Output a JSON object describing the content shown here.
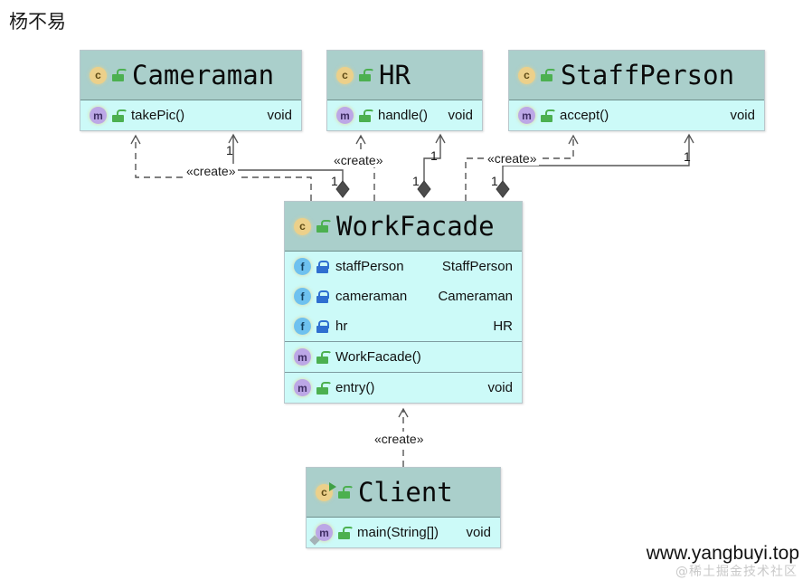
{
  "page": {
    "title": "杨不易",
    "footer_url": "www.yangbuyi.top",
    "watermark": "@稀土掘金技术社区"
  },
  "colors": {
    "header_fill": "#aacfcb",
    "body_fill": "#ccfaf8",
    "border": "#b9c7cc",
    "class_icon": "#ecd08a",
    "method_icon": "#bca7e6",
    "field_icon": "#6ec1ef",
    "unlock_icon": "#4cb050",
    "lock_icon": "#2f6fd0",
    "edge_stroke": "#555555"
  },
  "classes": [
    {
      "id": "cameraman",
      "name": "Cameraman",
      "icon": "class-icon",
      "visibility_icon": "unlock-icon",
      "runnable": false,
      "fields": [],
      "methods": [
        {
          "icon": "method-icon",
          "visibility_icon": "unlock-icon",
          "name": "takePic()",
          "type": "void"
        }
      ]
    },
    {
      "id": "hr",
      "name": "HR",
      "icon": "class-icon",
      "visibility_icon": "unlock-icon",
      "runnable": false,
      "fields": [],
      "methods": [
        {
          "icon": "method-icon",
          "visibility_icon": "unlock-icon",
          "name": "handle()",
          "type": "void"
        }
      ]
    },
    {
      "id": "staffperson",
      "name": "StaffPerson",
      "icon": "class-icon",
      "visibility_icon": "unlock-icon",
      "runnable": false,
      "fields": [],
      "methods": [
        {
          "icon": "method-icon",
          "visibility_icon": "unlock-icon",
          "name": "accept()",
          "type": "void"
        }
      ]
    },
    {
      "id": "workfacade",
      "name": "WorkFacade",
      "icon": "class-icon",
      "visibility_icon": "unlock-icon",
      "runnable": false,
      "fields": [
        {
          "icon": "field-icon",
          "visibility_icon": "lock-icon",
          "name": "staffPerson",
          "type": "StaffPerson"
        },
        {
          "icon": "field-icon",
          "visibility_icon": "lock-icon",
          "name": "cameraman",
          "type": "Cameraman"
        },
        {
          "icon": "field-icon",
          "visibility_icon": "lock-icon",
          "name": "hr",
          "type": "HR"
        }
      ],
      "methods": [
        {
          "icon": "method-icon",
          "visibility_icon": "unlock-icon",
          "name": "WorkFacade()",
          "type": ""
        },
        {
          "icon": "method-icon",
          "visibility_icon": "unlock-icon",
          "name": "entry()",
          "type": "void"
        }
      ]
    },
    {
      "id": "client",
      "name": "Client",
      "icon": "class-icon",
      "visibility_icon": "unlock-icon",
      "runnable": true,
      "fields": [],
      "methods": [
        {
          "icon": "method-icon",
          "visibility_icon": "unlock-icon",
          "name": "main(String[])",
          "type": "void"
        }
      ]
    }
  ],
  "relations": [
    {
      "id": "workfacade-creates-cameraman",
      "from": "WorkFacade",
      "to": "Cameraman",
      "kind": "dependency",
      "label": "«create»"
    },
    {
      "id": "workfacade-creates-hr",
      "from": "WorkFacade",
      "to": "HR",
      "kind": "dependency",
      "label": "«create»"
    },
    {
      "id": "workfacade-creates-staffperson",
      "from": "WorkFacade",
      "to": "StaffPerson",
      "kind": "dependency",
      "label": "«create»"
    },
    {
      "id": "workfacade-has-cameraman",
      "from": "WorkFacade",
      "to": "Cameraman",
      "kind": "composition",
      "multiplicity": "1"
    },
    {
      "id": "workfacade-has-hr",
      "from": "WorkFacade",
      "to": "HR",
      "kind": "composition",
      "multiplicity": "1"
    },
    {
      "id": "workfacade-has-staffperson",
      "from": "WorkFacade",
      "to": "StaffPerson",
      "kind": "composition",
      "multiplicity": "1"
    },
    {
      "id": "client-creates-workfacade",
      "from": "Client",
      "to": "WorkFacade",
      "kind": "dependency",
      "label": "«create»"
    }
  ],
  "edge_labels": {
    "create_left": "«create»",
    "create_mid": "«create»",
    "create_right": "«create»",
    "create_client": "«create»",
    "mult_cam_src": "1",
    "mult_cam_dst": "1",
    "mult_hr_src": "1",
    "mult_hr_dst": "1",
    "mult_staff_src": "1",
    "mult_staff_dst": "1"
  }
}
